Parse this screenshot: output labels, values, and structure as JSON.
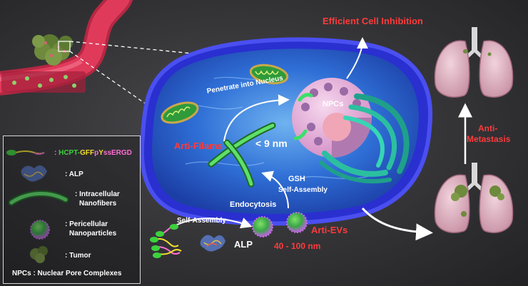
{
  "labels": {
    "efficient": "Efficient Cell Inhibition",
    "penetrate": "Penetrate into Nucleus",
    "npcs": "NPCs",
    "arti_filams": "Arti-Filams",
    "size_fiber": "< 9 nm",
    "gsh": "GSH",
    "self_assembly_gsh": "Self-Assembly",
    "endocytosis": "Endocytosis",
    "self_assembly_alp": "Self-Assembly",
    "alp": "ALP",
    "arti_evs": "Arti-EVs",
    "size_np": "40 - 100 nm",
    "anti_metastasis_1": "Anti-",
    "anti_metastasis_2": "Metastasis"
  },
  "legend": {
    "peptide": {
      "p1": "HCPT-",
      "p2": "GFF",
      "p3": "p",
      "p4": "Y",
      "p5": "ssERGD"
    },
    "alp": ": ALP",
    "fiber_1": ": Intracellular",
    "fiber_2": "Nanofibers",
    "np_1": ": Pericellular",
    "np_2": "Nanoparticles",
    "tumor": ": Tumor",
    "footnote": "NPCs : Nuclear Pore Complexes"
  },
  "colors": {
    "red_text": "#ff3b3b",
    "green_text": "#3cd23c",
    "yellow_text": "#f2e02a",
    "pink_text": "#ff6fd2",
    "cell_blue": "#2f6fd6",
    "membrane": "#3b3ce0",
    "lung_pink": "#e2b6c4",
    "vessel_red": "#e03a5a",
    "tumor_green": "#6e8a3c"
  }
}
